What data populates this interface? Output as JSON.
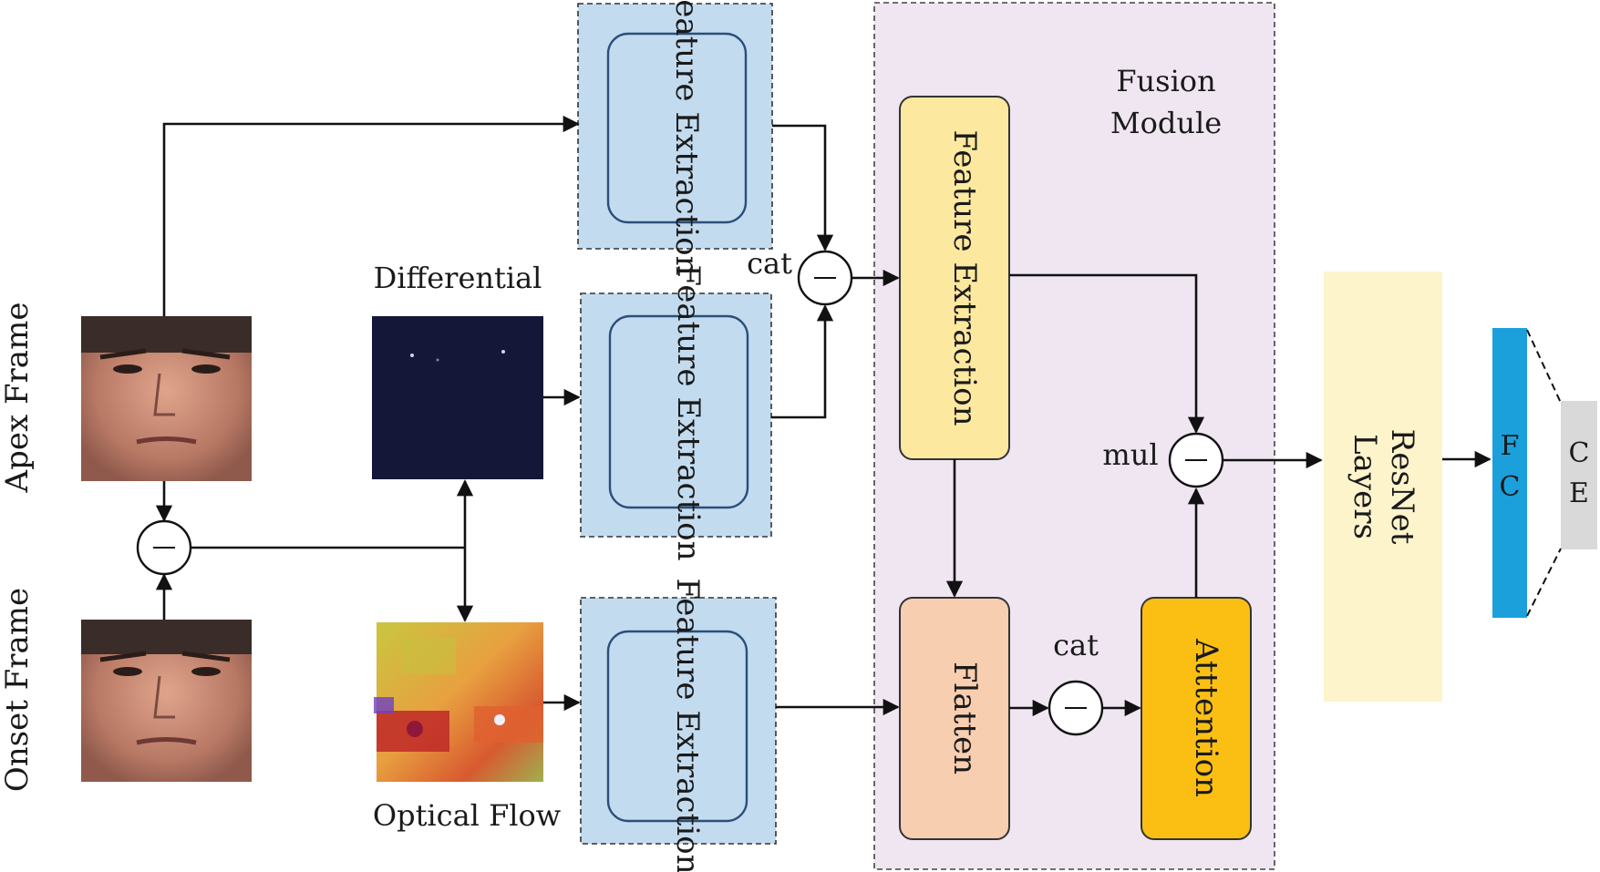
{
  "inputs": {
    "apex_frame": "Apex Frame",
    "onset_frame": "Onset Frame",
    "differential": "Differential",
    "optical_flow": "Optical Flow"
  },
  "branches": [
    {
      "label": "Feature Extraction"
    },
    {
      "label": "Feature Extraction"
    },
    {
      "label": "Feature Extraction"
    }
  ],
  "fusion_module": {
    "title_line1": "Fusion",
    "title_line2": "Module",
    "feature_extraction": "Feature Extraction",
    "flatten": "Flatten",
    "attention": "Atttention",
    "cat_label": "cat",
    "mul_label": "mul"
  },
  "top_cat_label": "cat",
  "resnet": {
    "line1": "ResNet",
    "line2": "Layers"
  },
  "fc": {
    "line1": "F",
    "line2": "C"
  },
  "ce": {
    "line1": "C",
    "line2": "E"
  },
  "colors": {
    "fe_box": "#c3dbef",
    "fusion_bg": "#efe6f2",
    "fusion_fe": "#fde8a0",
    "flatten": "#f8ceb0",
    "attention": "#fbbf14",
    "resnet": "#fdf4cc",
    "fc": "#1ba0dc",
    "ce": "#d9d9d9"
  }
}
